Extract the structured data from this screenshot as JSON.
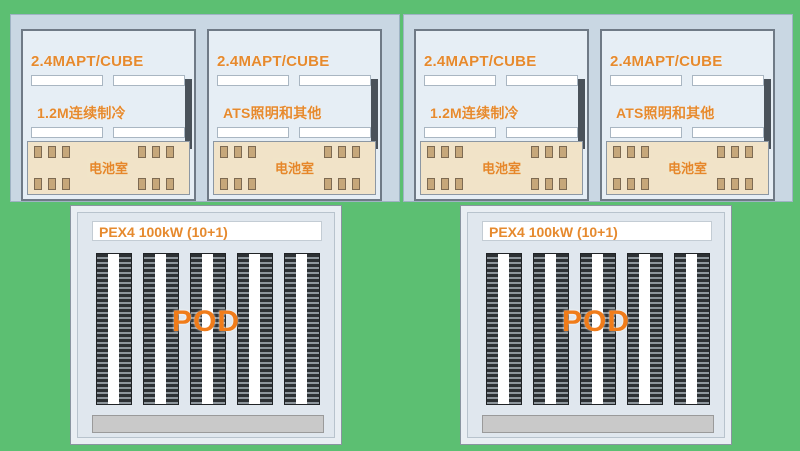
{
  "labels": {
    "cube": "2.4MAPT/CUBE",
    "chiller": "1.2M连续制冷",
    "ats": "ATS照明和其他",
    "battery": "电池室",
    "pex_top": "PEX4 100kW (10+1)",
    "pod": "POD"
  },
  "colors": {
    "background": "#5cbf72",
    "label_orange": "#e68a2e",
    "panel": "#c9d7e3"
  }
}
